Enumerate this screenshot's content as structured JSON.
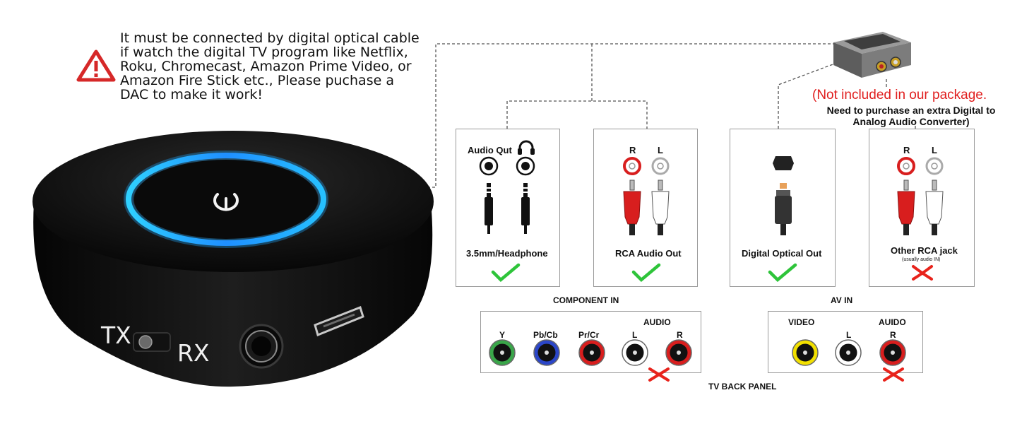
{
  "warning": {
    "icon": "warning-triangle-icon",
    "color": "#d62828",
    "text": "It must be connected by digital optical cable if watch the digital TV program like Netflix, Roku, Chromecast, Amazon Prime Video, or Amazon Fire Stick etc., Please puchase a DAC to make it work!"
  },
  "device": {
    "tx_label": "TX",
    "rx_label": "RX",
    "ring_color": "#1fa8ff"
  },
  "converter_note": {
    "red": "(Not included in our package.",
    "line1": "Need to purchase an extra Digital to",
    "line2": "Analog Audio Converter)"
  },
  "panels": {
    "headphone": {
      "title": "Audio Qut",
      "caption": "3.5mm/Headphone"
    },
    "rca": {
      "r": "R",
      "l": "L",
      "caption": "RCA Audio Out"
    },
    "optical": {
      "caption": "Digital Optical Out"
    },
    "other": {
      "r": "R",
      "l": "L",
      "caption": "Other RCA jack",
      "sub": "(usually audio IN)"
    }
  },
  "component": {
    "title": "COMPONENT IN",
    "audio": "AUDIO",
    "ports": [
      "Y",
      "Pb/Cb",
      "Pr/Cr",
      "L",
      "R"
    ]
  },
  "av": {
    "title": "AV IN",
    "video": "VIDEO",
    "audio": "AUIDO",
    "l": "L",
    "r": "R"
  },
  "footer": "TV BACK PANEL",
  "colors": {
    "check": "#2ec43a",
    "cross": "#e8231b",
    "red_plug": "#d81e1e",
    "green_port": "#3aa64a",
    "blue_port": "#2b46c8",
    "yellow_port": "#f2e000"
  }
}
